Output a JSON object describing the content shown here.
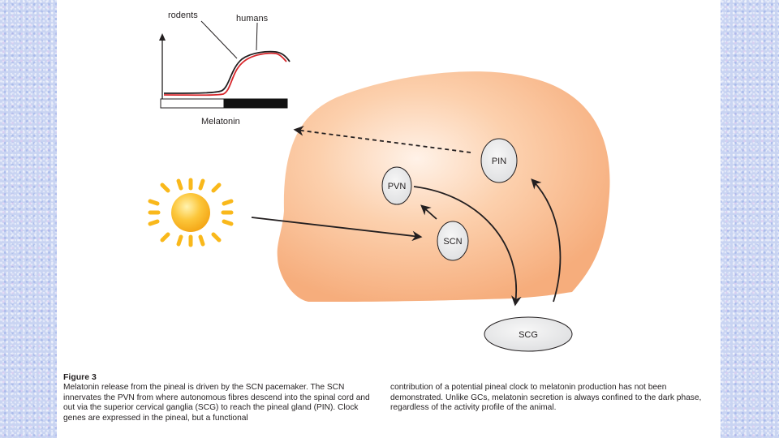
{
  "graph": {
    "label_rodents": "rodents",
    "label_humans": "humans",
    "label_melatonin": "Melatonin"
  },
  "nodes": {
    "pin": "PIN",
    "pvn": "PVN",
    "scn": "SCN",
    "scg": "SCG"
  },
  "colors": {
    "head_fill": "#f8b98a",
    "head_highlight": "#ffe8d6",
    "node_fill": "#e6e7e8",
    "sun": "#f9b81b",
    "rodent_curve": "#d7262b",
    "human_curve": "#231f20"
  },
  "caption": {
    "title": "Figure 3",
    "col1": "Melatonin release from the pineal is driven by the SCN pacemaker. The SCN innervates the PVN from where autonomous fibres descend into the spinal cord and out via the superior cervical ganglia (SCG) to reach the pineal gland (PIN). Clock genes are expressed in the pineal, but a functional",
    "col2": "contribution of a potential pineal clock to melatonin production has not been demonstrated. Unlike GCs, melatonin secretion is always confined to the dark phase, regardless of the activity profile of the animal."
  }
}
